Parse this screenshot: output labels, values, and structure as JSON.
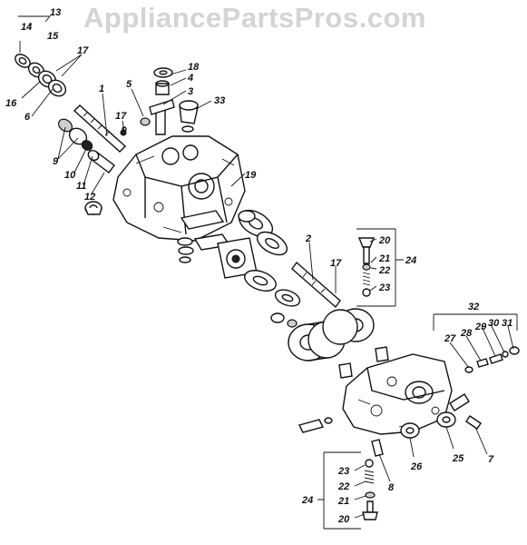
{
  "watermark": "AppliancePartsPros.com",
  "colors": {
    "ink": "#111111",
    "watermark": "#d4d4d4",
    "background": "#ffffff"
  },
  "callouts": [
    "1",
    "2",
    "3",
    "4",
    "5",
    "6",
    "7",
    "8",
    "9",
    "10",
    "11",
    "12",
    "13",
    "14",
    "15",
    "16",
    "17",
    "17",
    "17",
    "18",
    "19",
    "20",
    "20",
    "21",
    "21",
    "22",
    "22",
    "23",
    "23",
    "24",
    "24",
    "25",
    "26",
    "27",
    "28",
    "29",
    "30",
    "31",
    "32",
    "33"
  ]
}
